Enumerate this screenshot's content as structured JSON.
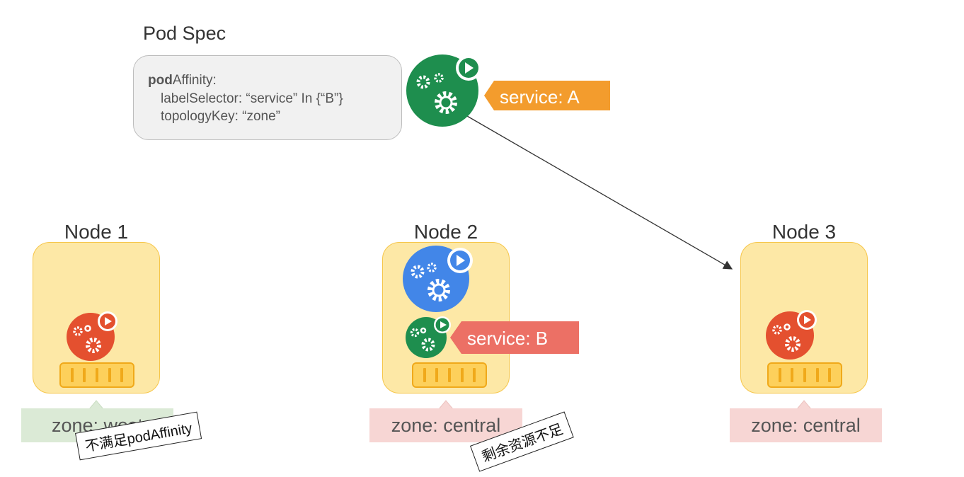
{
  "pod_spec": {
    "title": "Pod Spec",
    "line1_bold": "pod",
    "line1_rest": "Affinity:",
    "line2": "labelSelector: “service” In {“B”}",
    "line3": "topologyKey: “zone”"
  },
  "new_pod": {
    "label": "service: A",
    "color": "#1e8e4e",
    "label_color": "#f39c2d"
  },
  "nodes": [
    {
      "name": "Node 1",
      "zone": "zone: west",
      "zone_color": "#dbead6",
      "note": "不满足podAffinity"
    },
    {
      "name": "Node 2",
      "zone": "zone: central",
      "zone_color": "#f7d6d4",
      "pod_label": "service: B",
      "note": "剩余资源不足"
    },
    {
      "name": "Node 3",
      "zone": "zone: central",
      "zone_color": "#f7d6d4"
    }
  ],
  "colors": {
    "pod_red": "#e4502f",
    "pod_blue": "#4286e8",
    "pod_green": "#1e8e4e",
    "tag_red": "#ec7065",
    "node_fill": "#fde8a6"
  }
}
